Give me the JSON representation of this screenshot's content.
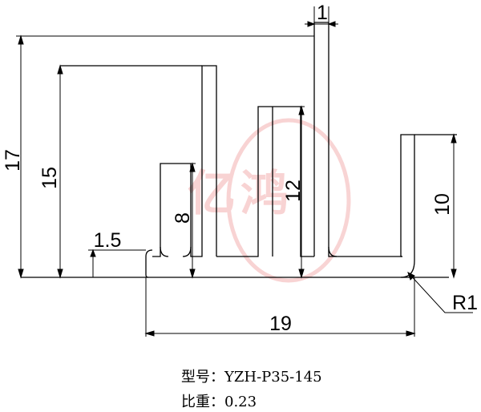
{
  "drawing": {
    "dimensions": {
      "overall_height": "17",
      "wall_thickness": "1",
      "fin_height_left": "15",
      "fin_height_middle": "12",
      "fin_height_right": "10",
      "fin_height_short": "8",
      "base_thickness": "1.5",
      "base_width": "19",
      "fillet_radius": "R1"
    },
    "watermark": {
      "text": "亿鸿",
      "color": "#f0a0a0"
    },
    "line_color": "#000000"
  },
  "caption": {
    "model_label": "型号：",
    "model_value": "YZH-P35-145",
    "ratio_label": "比重：",
    "ratio_value": "0.23"
  }
}
